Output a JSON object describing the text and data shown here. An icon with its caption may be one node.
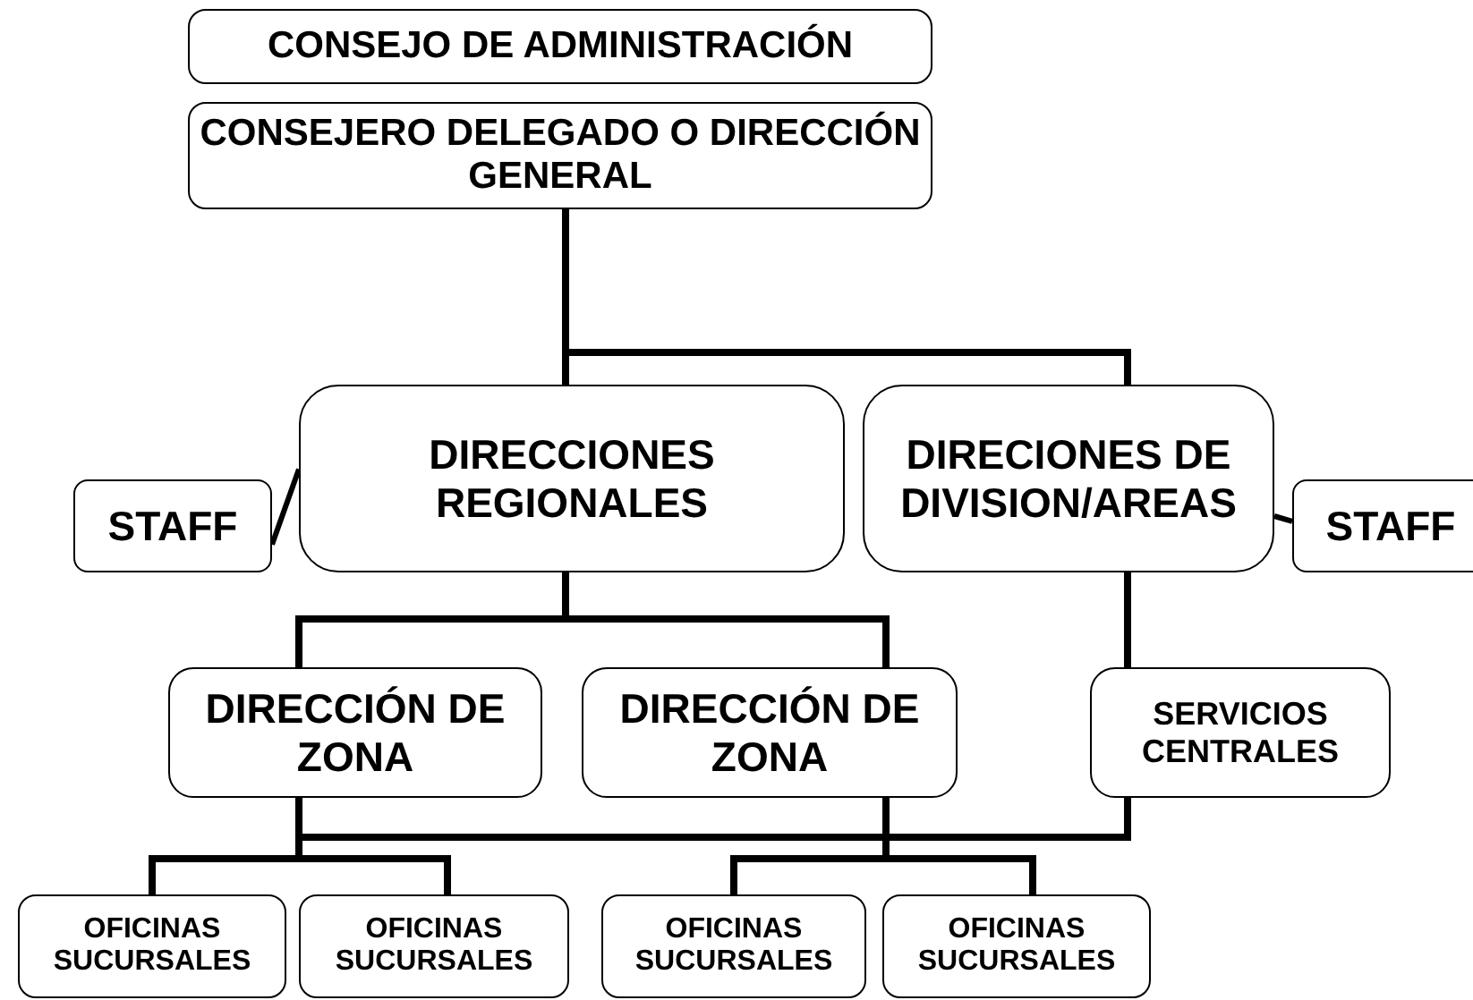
{
  "diagram": {
    "nodes": [
      {
        "text": [
          "CONSEJO DE ADMINISTRACIÓN"
        ]
      },
      {
        "text": [
          "CONSEJERO DELEGADO O DIRECCIÓN GENERAL"
        ]
      },
      {
        "text": [
          "DIRECCIONES REGIONALES"
        ]
      },
      {
        "text": [
          "DIRECIONES DE DIVISION/AREAS"
        ]
      },
      {
        "text": [
          "STAFF"
        ]
      },
      {
        "text": [
          "STAFF"
        ]
      },
      {
        "text": [
          "DIRECCIÓN DE ZONA"
        ]
      },
      {
        "text": [
          "DIRECCIÓN DE ZONA"
        ]
      },
      {
        "text": [
          "SERVICIOS CENTRALES"
        ]
      },
      {
        "text": [
          "OFICINAS SUCURSALES"
        ]
      },
      {
        "text": [
          "OFICINAS SUCURSALES"
        ]
      },
      {
        "text": [
          "OFICINAS SUCURSALES"
        ]
      },
      {
        "text": [
          "OFICINAS SUCURSALES"
        ]
      }
    ],
    "edges": [
      {
        "from": 1,
        "to": 2,
        "arrow": "none"
      },
      {
        "from": 1,
        "to": 3,
        "arrow": "none"
      },
      {
        "from": 4,
        "to": 2,
        "arrow": "none"
      },
      {
        "from": 3,
        "to": 5,
        "arrow": "none"
      },
      {
        "from": 2,
        "to": 6,
        "arrow": "none"
      },
      {
        "from": 2,
        "to": 7,
        "arrow": "none"
      },
      {
        "from": 3,
        "to": 8,
        "arrow": "none"
      },
      {
        "from": 6,
        "to": 9,
        "arrow": "none"
      },
      {
        "from": 6,
        "to": 10,
        "arrow": "none"
      },
      {
        "from": 7,
        "to": 11,
        "arrow": "none"
      },
      {
        "from": 7,
        "to": 12,
        "arrow": "none"
      },
      {
        "from": 8,
        "to": 6,
        "arrow": "none"
      }
    ]
  }
}
